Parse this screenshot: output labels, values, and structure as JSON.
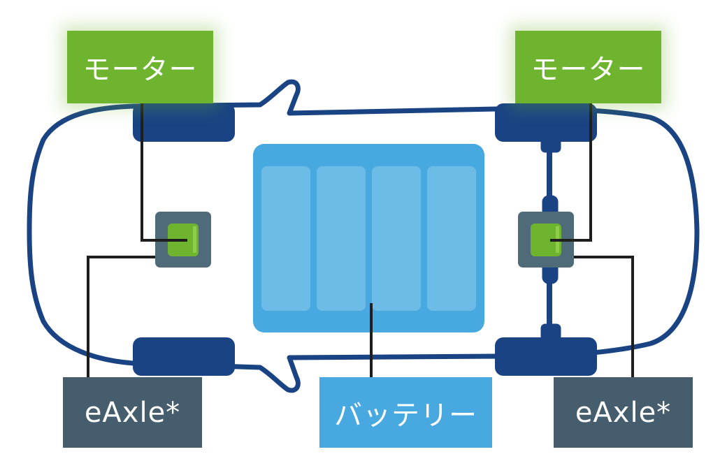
{
  "labels": {
    "motor_left": "モーター",
    "motor_right": "モーター",
    "eaxle_left": "eAxle*",
    "eaxle_right": "eAxle*",
    "battery": "バッテリー"
  },
  "colors": {
    "body_outline": "#1a4384",
    "wheel": "#1a4384",
    "battery_pack": "#47a9e0",
    "battery_cell": "#6dbbe7",
    "motor_label": "#6eb42f",
    "eaxle_unit": "#4f6b7a",
    "eaxle_core": "#6eb42f",
    "eaxle_label": "#455d6c",
    "connector_line": "#1e1e1e"
  },
  "icons": [
    "car-body-outline",
    "wheel-icon",
    "battery-pack-icon",
    "eaxle-unit-icon",
    "drive-shaft-icon"
  ]
}
